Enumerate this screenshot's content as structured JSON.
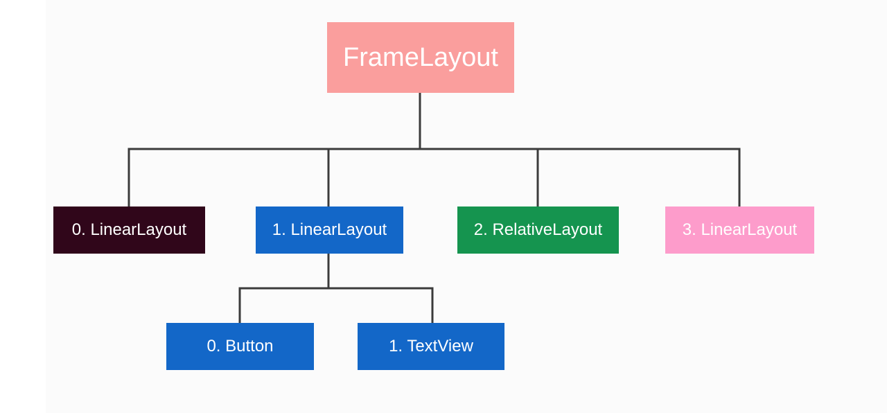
{
  "root": {
    "label": "FrameLayout",
    "color": "#fa9e9d"
  },
  "children": [
    {
      "label": "0. LinearLayout",
      "color": "#30061a"
    },
    {
      "label": "1. LinearLayout",
      "color": "#1367c8"
    },
    {
      "label": "2. RelativeLayout",
      "color": "#15944f"
    },
    {
      "label": "3. LinearLayout",
      "color": "#fd9ccb"
    }
  ],
  "grandchildren": [
    {
      "label": "0. Button",
      "color": "#1367c8"
    },
    {
      "label": "1. TextView",
      "color": "#1367c8"
    }
  ],
  "connector_color": "#3b3b3b"
}
